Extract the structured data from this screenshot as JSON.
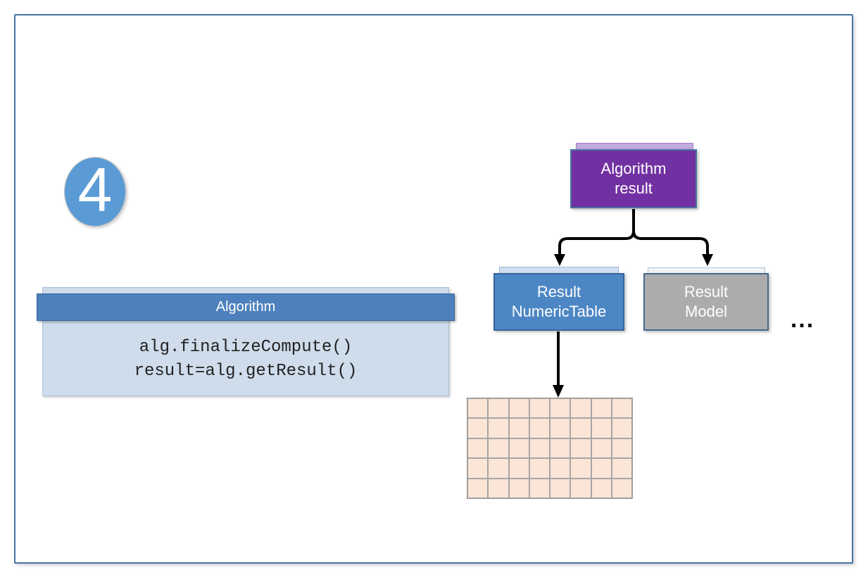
{
  "slide": {
    "background": "#ffffff",
    "frame_border_color": "#4673A3"
  },
  "step_badge": {
    "number": "4",
    "fill": "#5B9BD5",
    "text_color": "#ffffff"
  },
  "algorithm_box": {
    "title": "Algorithm",
    "header_fill": "#4D80BC",
    "body_fill": "#CEDCEB",
    "code_lines": [
      "alg.finalizeCompute()",
      "result=alg.getResult()"
    ]
  },
  "algorithm_result_box": {
    "label": "Algorithm\nresult",
    "fill": "#7231A2",
    "tab_fill": "#C2A9DF",
    "text_color": "#ffffff"
  },
  "result_numeric_table_box": {
    "label": "Result\nNumericTable",
    "fill": "#4D86C4",
    "tab_fill": "#D0E0EF",
    "text_color": "#ffffff"
  },
  "result_model_box": {
    "label": "Result\nModel",
    "fill": "#ACACAC",
    "tab_fill": "#F1F3F6",
    "text_color": "#ffffff"
  },
  "ellipsis": "...",
  "numeric_table_grid": {
    "rows": 5,
    "cols": 8,
    "cell_fill": "#FBE5D6",
    "line_color": "#A6A6A6"
  },
  "arrows": {
    "color": "#000000"
  }
}
